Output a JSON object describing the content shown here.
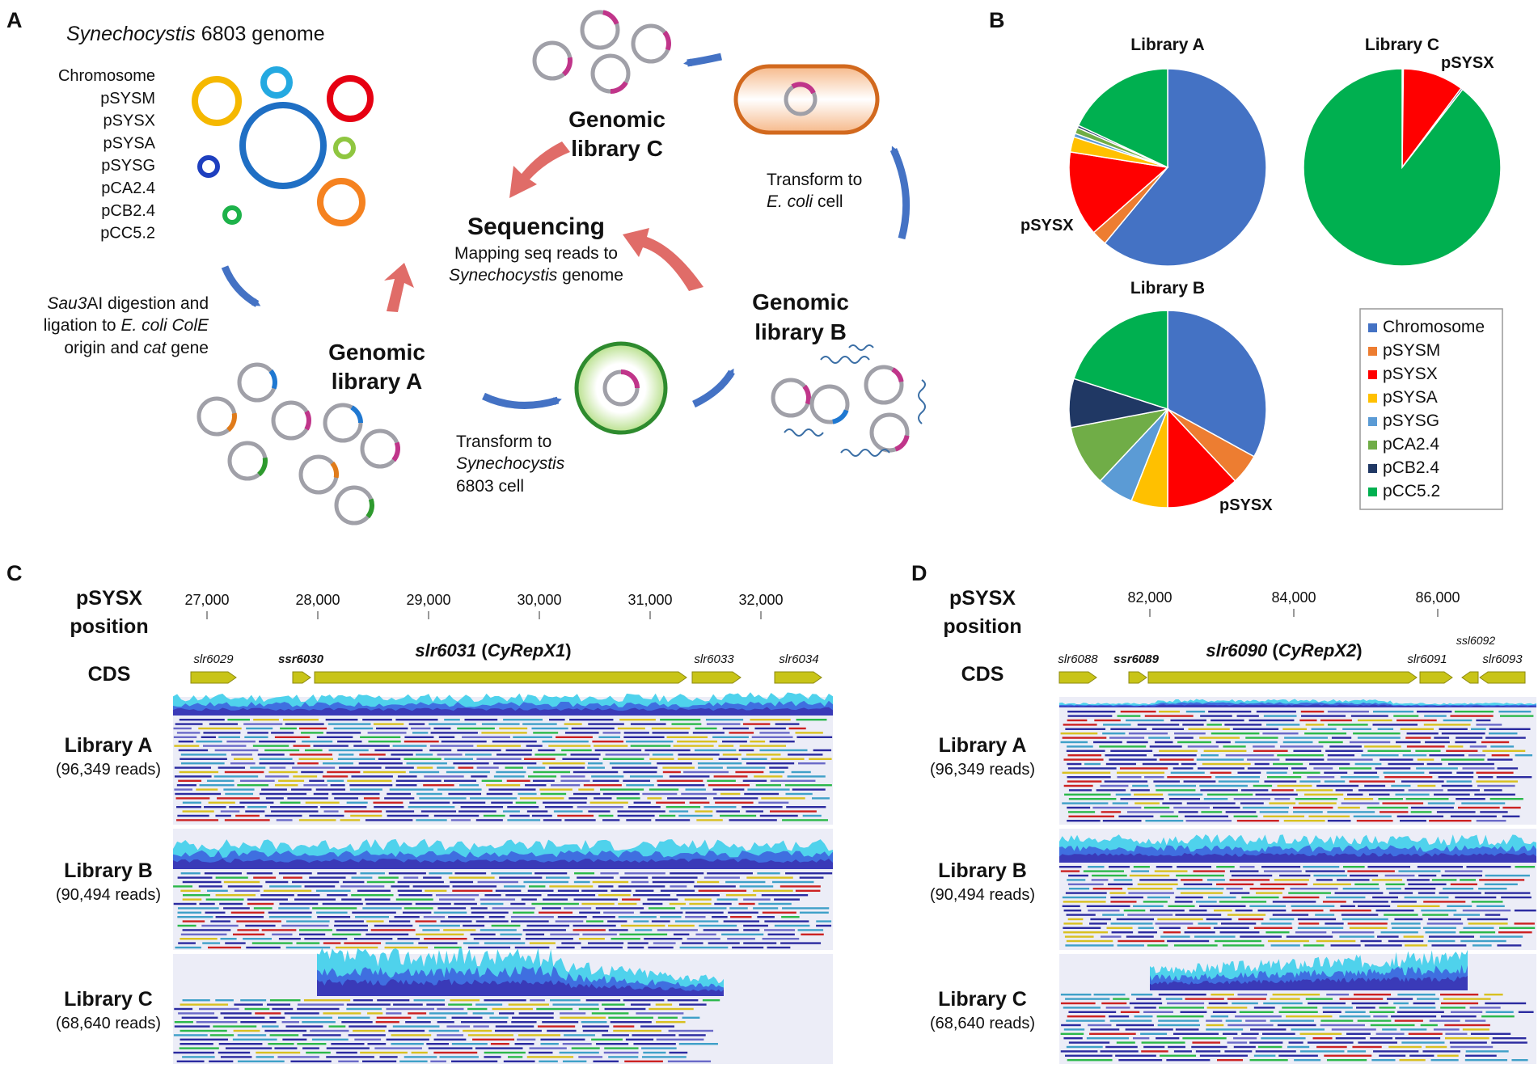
{
  "panel_a": {
    "letter": "A",
    "genome_title_italic": "Synechocystis",
    "genome_title_rest": " 6803 genome",
    "replicons": [
      "Chromosome",
      "pSYSM",
      "pSYSX",
      "pSYSA",
      "pSYSG",
      "pCA2.4",
      "pCB2.4",
      "pCC5.2"
    ],
    "digestion_line1_italic": "Sau3",
    "digestion_line1_rest": "AI digestion and",
    "digestion_line2_plain": "ligation to ",
    "digestion_line2_italic": "E. coli ColE",
    "digestion_line3_plain": "origin and ",
    "digestion_line3_italic": "cat",
    "digestion_line3_rest": " gene",
    "library_a_line1": "Genomic",
    "library_a_line2": "library A",
    "library_b_line1": "Genomic",
    "library_b_line2": "library B",
    "library_c_line1": "Genomic",
    "library_c_line2": "library C",
    "sequencing_title": "Sequencing",
    "sequencing_line1": "Mapping seq reads to",
    "sequencing_line2_italic": "Synechocystis",
    "sequencing_line2_rest": " genome",
    "transform_syn_line1": "Transform to",
    "transform_syn_line2_italic": "Synechocystis",
    "transform_syn_line3": "6803 cell",
    "transform_ecoli_line1": "Transform to",
    "transform_ecoli_line2_italic": "E. coli",
    "transform_ecoli_line2_rest": " cell"
  },
  "panel_b": {
    "letter": "B",
    "pie_label": "pSYSX",
    "legend": [
      {
        "name": "Chromosome",
        "color": "#4472c4"
      },
      {
        "name": "pSYSM",
        "color": "#ed7d31"
      },
      {
        "name": "pSYSX",
        "color": "#ff0000"
      },
      {
        "name": "pSYSA",
        "color": "#ffc000"
      },
      {
        "name": "pSYSG",
        "color": "#5b9bd5"
      },
      {
        "name": "pCA2.4",
        "color": "#70ad47"
      },
      {
        "name": "pCB2.4",
        "color": "#203864"
      },
      {
        "name": "pCC5.2",
        "color": "#00b050"
      }
    ]
  },
  "chart_data": [
    {
      "type": "pie",
      "title": "Library A",
      "categories": [
        "Chromosome",
        "pSYSM",
        "pSYSX",
        "pSYSA",
        "pSYSG",
        "pCA2.4",
        "pCB2.4",
        "pCC5.2"
      ],
      "values": [
        61,
        2.5,
        14,
        2.5,
        0.6,
        1,
        0.4,
        18
      ]
    },
    {
      "type": "pie",
      "title": "Library C",
      "categories": [
        "Chromosome",
        "pSYSM",
        "pSYSX",
        "pSYSA",
        "pSYSG",
        "pCA2.4",
        "pCB2.4",
        "pCC5.2"
      ],
      "values": [
        0.2,
        0,
        10,
        0,
        0,
        0,
        0.3,
        89.5
      ]
    },
    {
      "type": "pie",
      "title": "Library B",
      "categories": [
        "Chromosome",
        "pSYSM",
        "pSYSX",
        "pSYSA",
        "pSYSG",
        "pCA2.4",
        "pCB2.4",
        "pCC5.2"
      ],
      "values": [
        33,
        5,
        12,
        6,
        6,
        10,
        8,
        20
      ]
    }
  ],
  "panel_c": {
    "letter": "C",
    "position_label_1": "pSYSX",
    "position_label_2": "position",
    "positions": [
      "27,000",
      "28,000",
      "29,000",
      "30,000",
      "31,000",
      "32,000"
    ],
    "cds_label": "CDS",
    "genes": [
      "slr6029",
      "ssr6030",
      "slr6033",
      "slr6034"
    ],
    "main_gene": "slr6031",
    "main_gene_alias": "CyRepX1",
    "tracks": [
      {
        "name": "Library A",
        "reads": "(96,349 reads)"
      },
      {
        "name": "Library B",
        "reads": "(90,494 reads)"
      },
      {
        "name": "Library C",
        "reads": "(68,640 reads)"
      }
    ]
  },
  "panel_d": {
    "letter": "D",
    "position_label_1": "pSYSX",
    "position_label_2": "position",
    "positions": [
      "82,000",
      "84,000",
      "86,000"
    ],
    "cds_label": "CDS",
    "genes": [
      "slr6088",
      "ssr6089",
      "slr6091",
      "ssl6092",
      "slr6093"
    ],
    "main_gene": "slr6090",
    "main_gene_alias": "CyRepX2",
    "tracks": [
      {
        "name": "Library A",
        "reads": "(96,349 reads)"
      },
      {
        "name": "Library B",
        "reads": "(90,494 reads)"
      },
      {
        "name": "Library C",
        "reads": "(68,640 reads)"
      }
    ]
  }
}
